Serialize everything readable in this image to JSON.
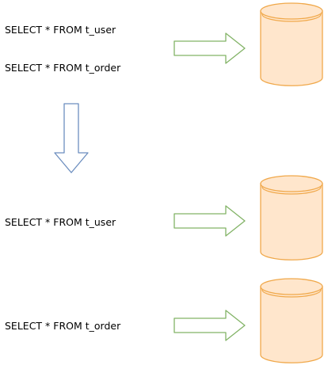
{
  "groups": {
    "before": {
      "queries": [
        "SELECT * FROM t_user",
        "SELECT * FROM t_order"
      ]
    },
    "after": {
      "user_query": "SELECT * FROM t_user",
      "order_query": "SELECT * FROM t_order"
    }
  },
  "colors": {
    "arrow_right_stroke": "#82b366",
    "arrow_down_stroke": "#6c8ebf",
    "database_fill": "#ffe6cc",
    "database_stroke": "#f0a84a"
  },
  "icons": {
    "database": "database-cylinder-icon",
    "flow_right": "arrow-right-icon",
    "flow_down": "arrow-down-icon"
  }
}
